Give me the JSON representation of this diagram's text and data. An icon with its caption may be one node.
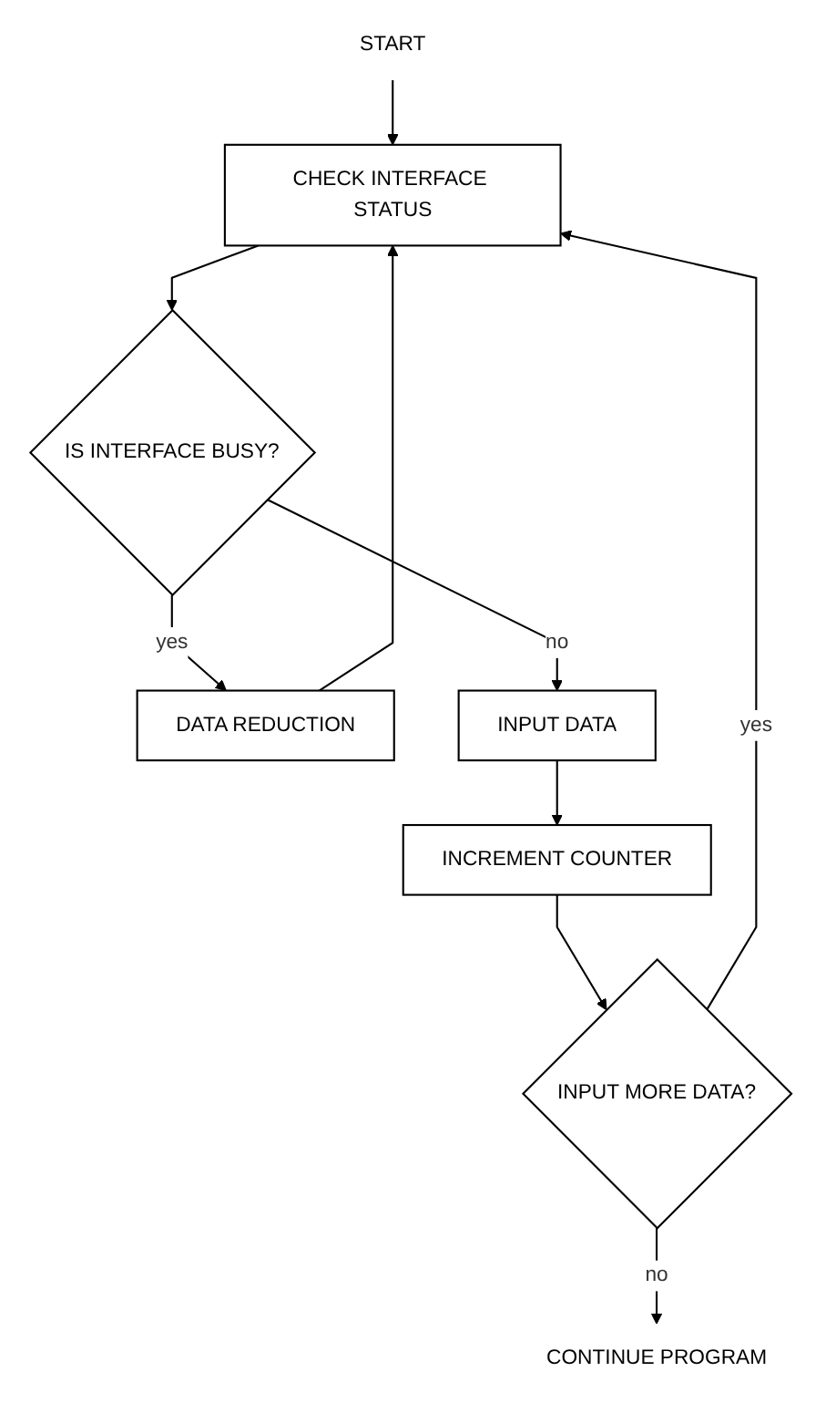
{
  "diagram": {
    "nodes": [
      {
        "text": [
          "START"
        ]
      },
      {
        "text": [
          "CHECK INTERFACE STATUS"
        ]
      },
      {
        "text": [
          "IS INTERFACE BUSY?"
        ]
      },
      {
        "text": [
          "DATA REDUCTION"
        ]
      },
      {
        "text": [
          "INPUT DATA"
        ]
      },
      {
        "text": [
          "INCREMENT COUNTER"
        ]
      },
      {
        "text": [
          "INPUT MORE DATA?"
        ]
      },
      {
        "text": [
          "CONTINUE PROGRAM"
        ]
      }
    ],
    "edges": [
      {
        "from": 0,
        "to": 1,
        "arrow": "to"
      },
      {
        "from": 1,
        "to": 2,
        "arrow": "to"
      },
      {
        "from": 2,
        "to": 3,
        "arrow": "to",
        "label": "yes"
      },
      {
        "from": 3,
        "to": 1,
        "arrow": "to"
      },
      {
        "from": 2,
        "to": 4,
        "arrow": "to",
        "label": "no"
      },
      {
        "from": 4,
        "to": 5,
        "arrow": "to"
      },
      {
        "from": 5,
        "to": 6,
        "arrow": "to"
      },
      {
        "from": 6,
        "to": 1,
        "arrow": "to",
        "label": "yes"
      },
      {
        "from": 6,
        "to": 7,
        "arrow": "to",
        "label": "no"
      }
    ]
  }
}
